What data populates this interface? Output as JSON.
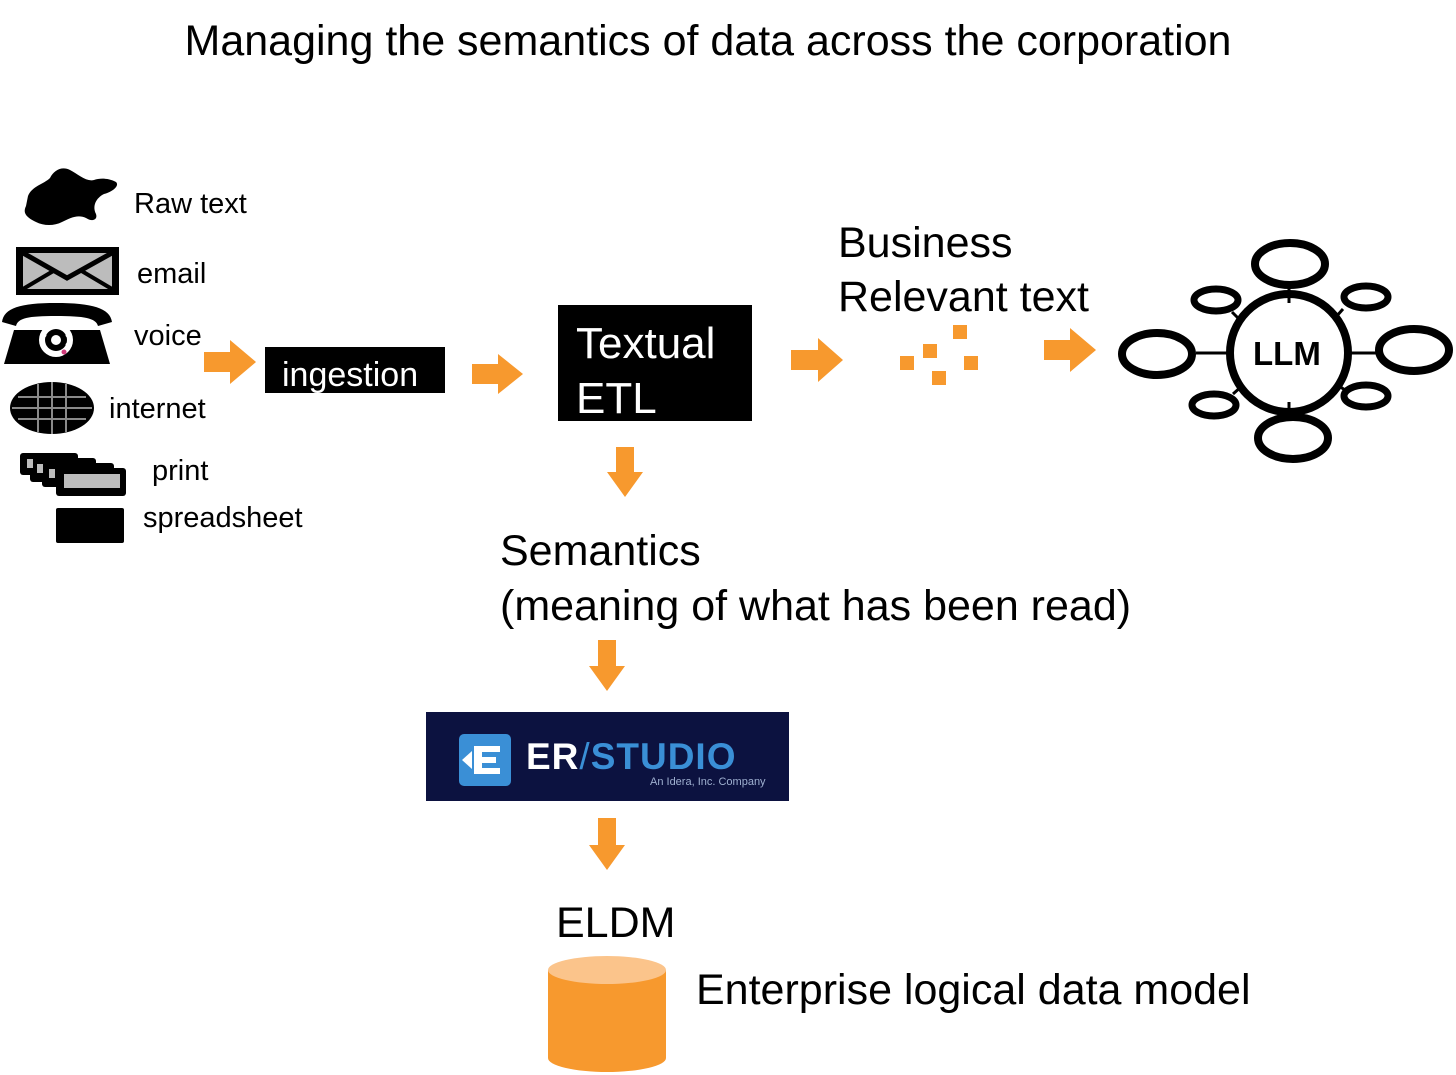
{
  "title": "Managing the semantics of data across the corporation",
  "sources": {
    "raw_text": "Raw text",
    "email": "email",
    "voice": "voice",
    "internet": "internet",
    "print": "print",
    "spreadsheet": "spreadsheet"
  },
  "ingestion": "ingestion",
  "textual_etl": {
    "line1": "Textual",
    "line2": "ETL"
  },
  "business_text": {
    "line1": "Business",
    "line2": "Relevant text"
  },
  "llm": "LLM",
  "semantics": {
    "line1": "Semantics",
    "line2": "(meaning of what has been read)"
  },
  "er_studio": {
    "brand_er": "ER",
    "brand_slash": "/",
    "brand_studio": "STUDIO",
    "tagline": "An Idera, Inc. Company"
  },
  "eldm": "ELDM",
  "eldm_description": "Enterprise logical data model",
  "colors": {
    "arrow": "#f7992e",
    "cylinder_body": "#f7992e",
    "cylinder_top": "#fbc48b",
    "er_background": "#0c1240",
    "er_accent": "#3a8fd6"
  },
  "icons": [
    "raw-text-blob-icon",
    "envelope-icon",
    "telephone-icon",
    "globe-icon",
    "print-stack-icon",
    "spreadsheet-icon",
    "text-fragments-icon",
    "llm-network-icon",
    "er-studio-logo-icon",
    "database-cylinder-icon"
  ]
}
